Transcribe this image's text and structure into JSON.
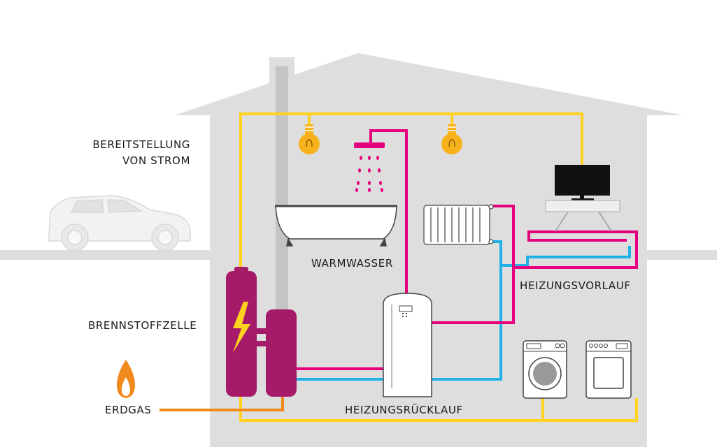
{
  "labels": {
    "strom_line1": "BEREITSTELLUNG",
    "strom_line2": "VON STROM",
    "warmwasser": "WARMWASSER",
    "heizungsvorlauf": "HEIZUNGSVORLAUF",
    "brennstoffzelle": "BRENNSTOFFZELLE",
    "erdgas": "ERDGAS",
    "heizungsruecklauf": "HEIZUNGSRÜCKLAUF"
  },
  "colors": {
    "electricity": "#ffd21f",
    "hot_water": "#e5007e",
    "return_flow": "#1fb0e6",
    "gas": "#f08a1d",
    "fuel_cell": "#a51b6a",
    "house": "#dedede",
    "chimney": "#c4c4c4",
    "car": "#f2f2f2",
    "bulb": "#f7b21b"
  },
  "icons": [
    "lightning-icon",
    "flame-icon",
    "light-bulb-icon",
    "shower-icon",
    "bathtub-icon",
    "radiator-icon",
    "television-icon",
    "washing-machine-icon",
    "dryer-icon",
    "car-icon",
    "storage-tank-icon"
  ]
}
